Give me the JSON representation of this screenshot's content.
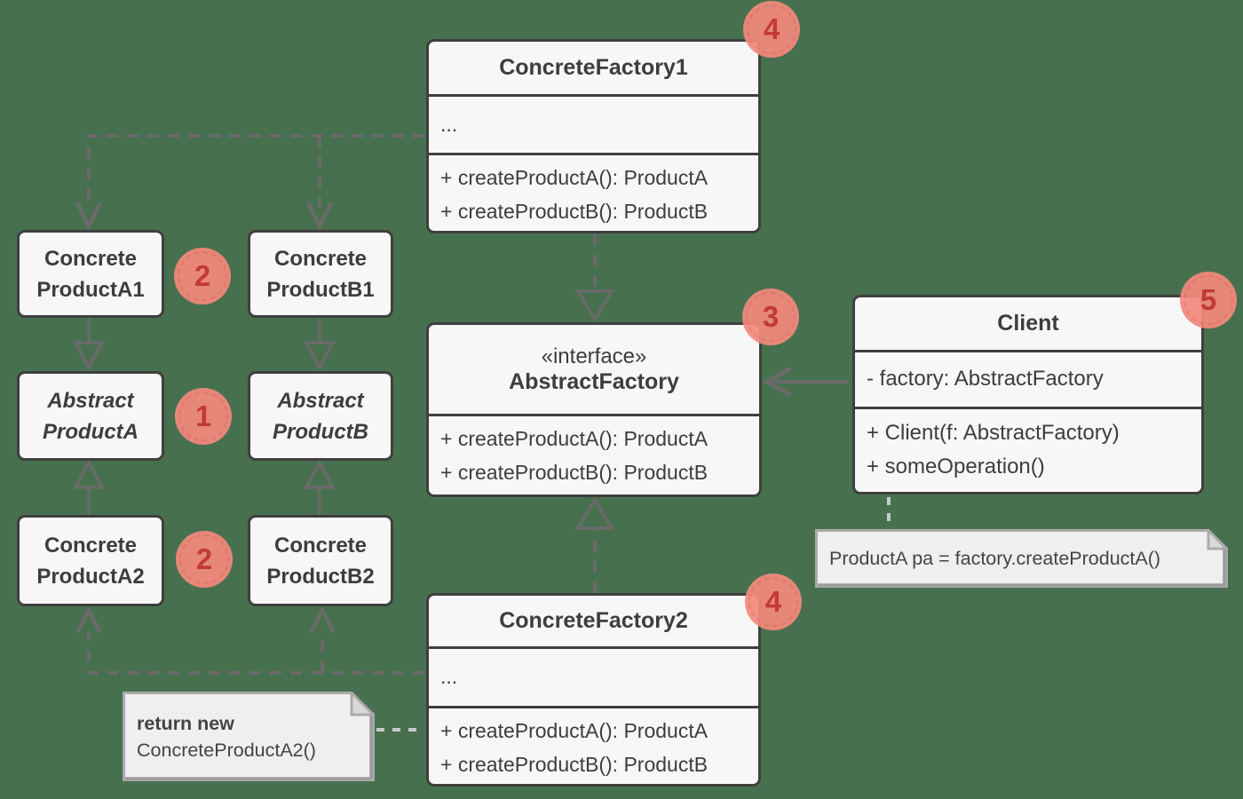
{
  "diagram": {
    "kind": "uml-class-diagram",
    "pattern": "Abstract Factory"
  },
  "colors": {
    "background": "#47704F",
    "box_fill": "#F7F7F7",
    "box_border": "#3F3F3F",
    "text": "#3D3D3D",
    "connector": "#6A6A6A",
    "note_connector": "#C9C9C9",
    "note_fill": "#EFEFEF",
    "note_border": "#ABABAB",
    "badge_fill": "#F2897D",
    "badge_text": "#C13A36"
  },
  "classes": {
    "concrete_factory_1": {
      "title": "ConcreteFactory1",
      "attributes": [
        "..."
      ],
      "methods": [
        "+ createProductA(): ProductA",
        "+ createProductB(): ProductB"
      ]
    },
    "abstract_factory": {
      "stereotype": "«interface»",
      "title": "AbstractFactory",
      "methods": [
        "+ createProductA(): ProductA",
        "+ createProductB(): ProductB"
      ]
    },
    "concrete_factory_2": {
      "title": "ConcreteFactory2",
      "attributes": [
        "..."
      ],
      "methods": [
        "+ createProductA(): ProductA",
        "+ createProductB(): ProductB"
      ]
    },
    "client": {
      "title": "Client",
      "attributes": [
        "- factory: AbstractFactory"
      ],
      "methods": [
        "+ Client(f: AbstractFactory)",
        "+ someOperation()"
      ]
    },
    "concrete_product_a1": {
      "title_lines": [
        "Concrete",
        "ProductA1"
      ]
    },
    "concrete_product_b1": {
      "title_lines": [
        "Concrete",
        "ProductB1"
      ]
    },
    "abstract_product_a": {
      "title_lines": [
        "Abstract",
        "ProductA"
      ]
    },
    "abstract_product_b": {
      "title_lines": [
        "Abstract",
        "ProductB"
      ]
    },
    "concrete_product_a2": {
      "title_lines": [
        "Concrete",
        "ProductA2"
      ]
    },
    "concrete_product_b2": {
      "title_lines": [
        "Concrete",
        "ProductB2"
      ]
    }
  },
  "notes": {
    "client_note": {
      "text": "ProductA pa = factory.createProductA()"
    },
    "factory2_note": {
      "line1": "return new",
      "line2": "ConcreteProductA2()"
    }
  },
  "badges": {
    "factory1": "4",
    "products_row1": "2",
    "abstract_products": "1",
    "products_row2": "2",
    "abstract_factory": "3",
    "client": "5",
    "factory2": "4"
  }
}
